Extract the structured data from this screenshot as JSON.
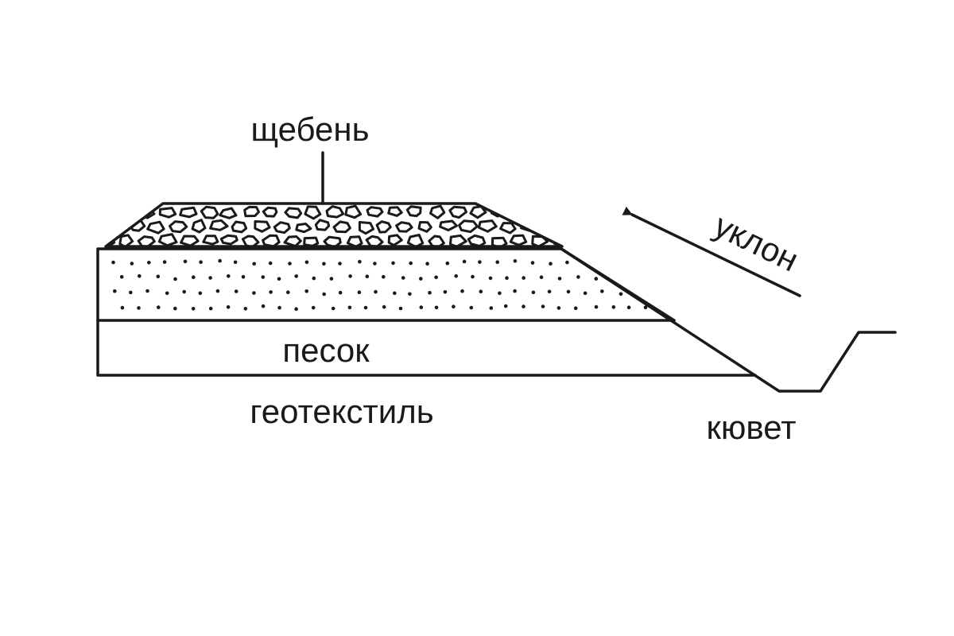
{
  "labels": {
    "crushed_stone": "щебень",
    "sand": "песок",
    "geotextile": "геотекстиль",
    "slope": "уклон",
    "ditch": "кювет"
  },
  "colors": {
    "ink": "#1a1a1a",
    "background": "#ffffff"
  }
}
